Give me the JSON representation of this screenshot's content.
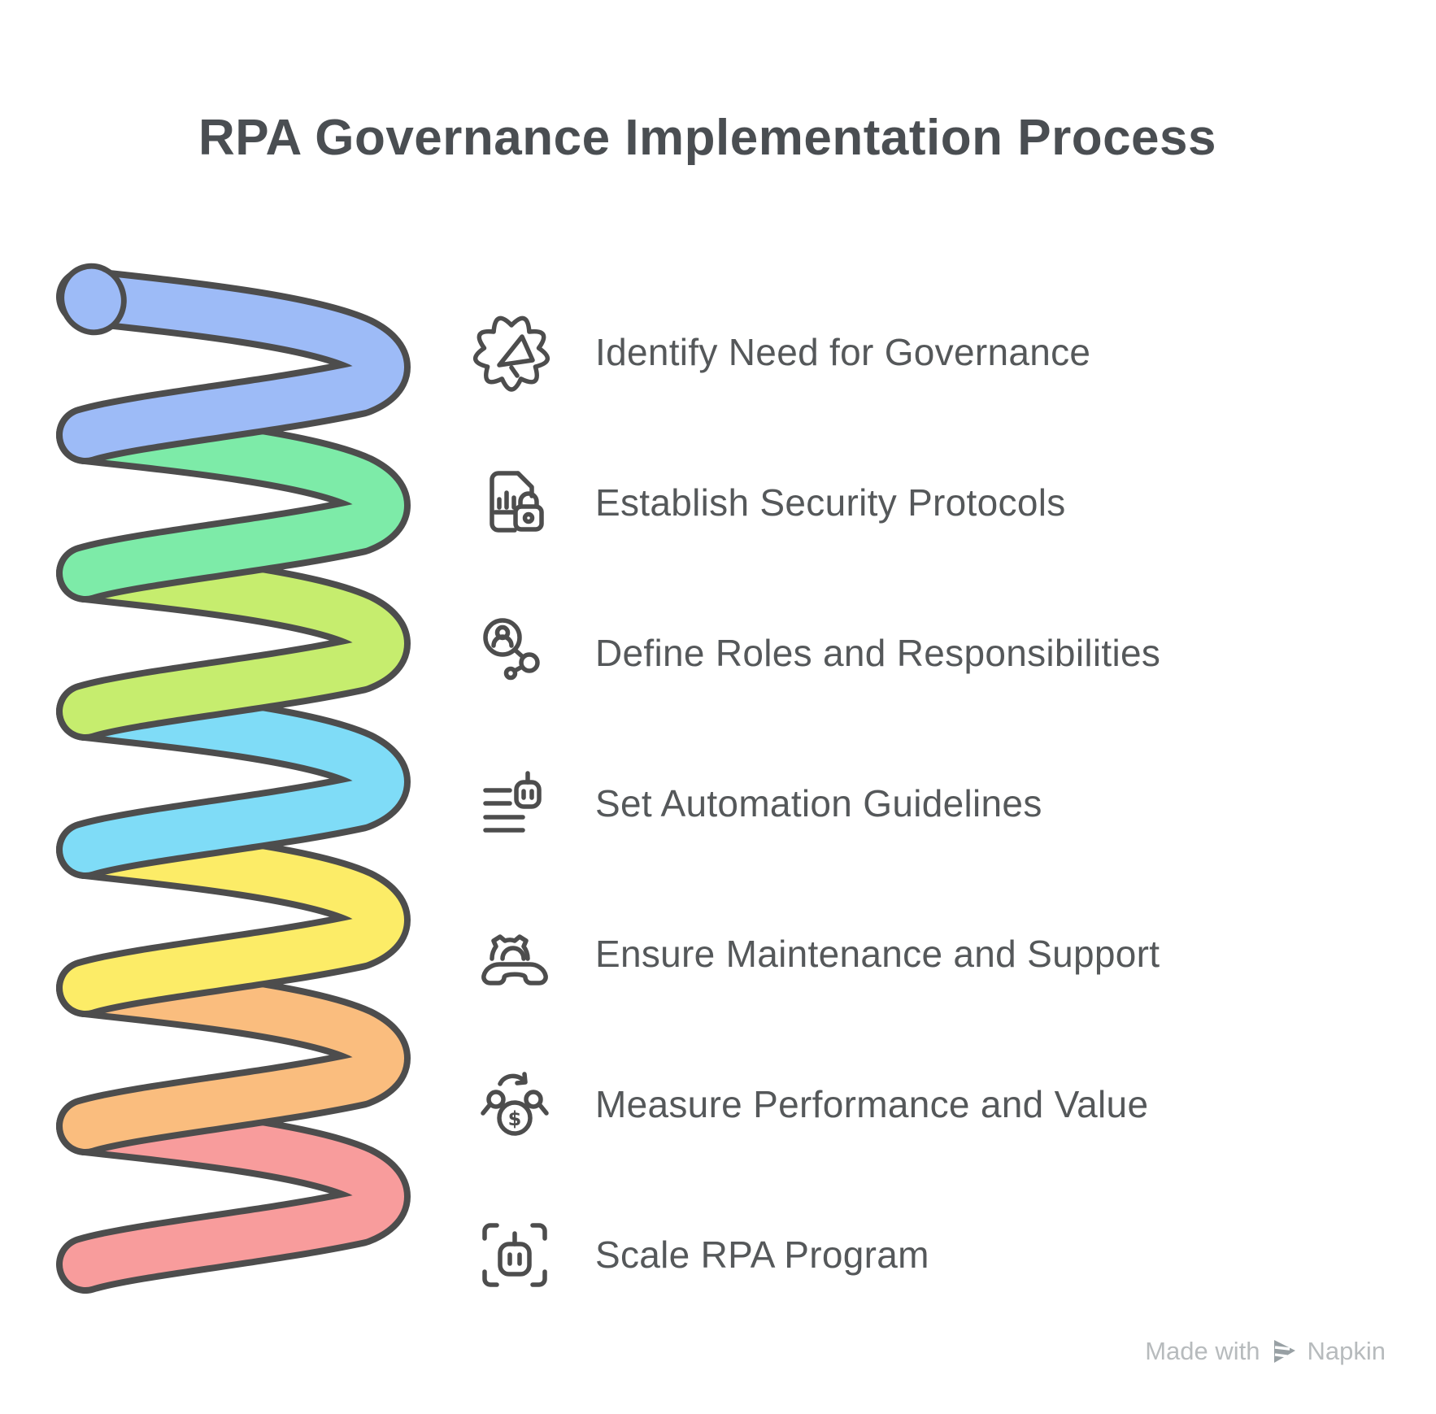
{
  "title": "RPA Governance Implementation Process",
  "steps": [
    {
      "label": "Identify Need for Governance",
      "icon": "gear-megaphone-icon"
    },
    {
      "label": "Establish Security Protocols",
      "icon": "document-lock-icon"
    },
    {
      "label": "Define Roles and Responsibilities",
      "icon": "person-network-icon"
    },
    {
      "label": "Set Automation Guidelines",
      "icon": "list-robot-icon"
    },
    {
      "label": "Ensure Maintenance and Support",
      "icon": "gear-handset-icon"
    },
    {
      "label": "Measure Performance and Value",
      "icon": "money-cycle-icon",
      "coin_symbol": "$"
    },
    {
      "label": "Scale RPA Program",
      "icon": "robot-scan-icon"
    }
  ],
  "spring": {
    "description": "seven-turn coil spring, one color per step, top open end",
    "colors": [
      "#9DBBF7",
      "#7DEBA8",
      "#C6ED6E",
      "#7FDCF7",
      "#FCEC67",
      "#FABD7E",
      "#F89C9C"
    ],
    "outline": "#4D4D4D",
    "turns": 7
  },
  "colors": {
    "title": "#4A4E52",
    "text": "#55585A",
    "icon": "#4D4D4D",
    "muted": "#B7BBBD"
  },
  "footer": {
    "made_with": "Made with",
    "brand": "Napkin"
  }
}
